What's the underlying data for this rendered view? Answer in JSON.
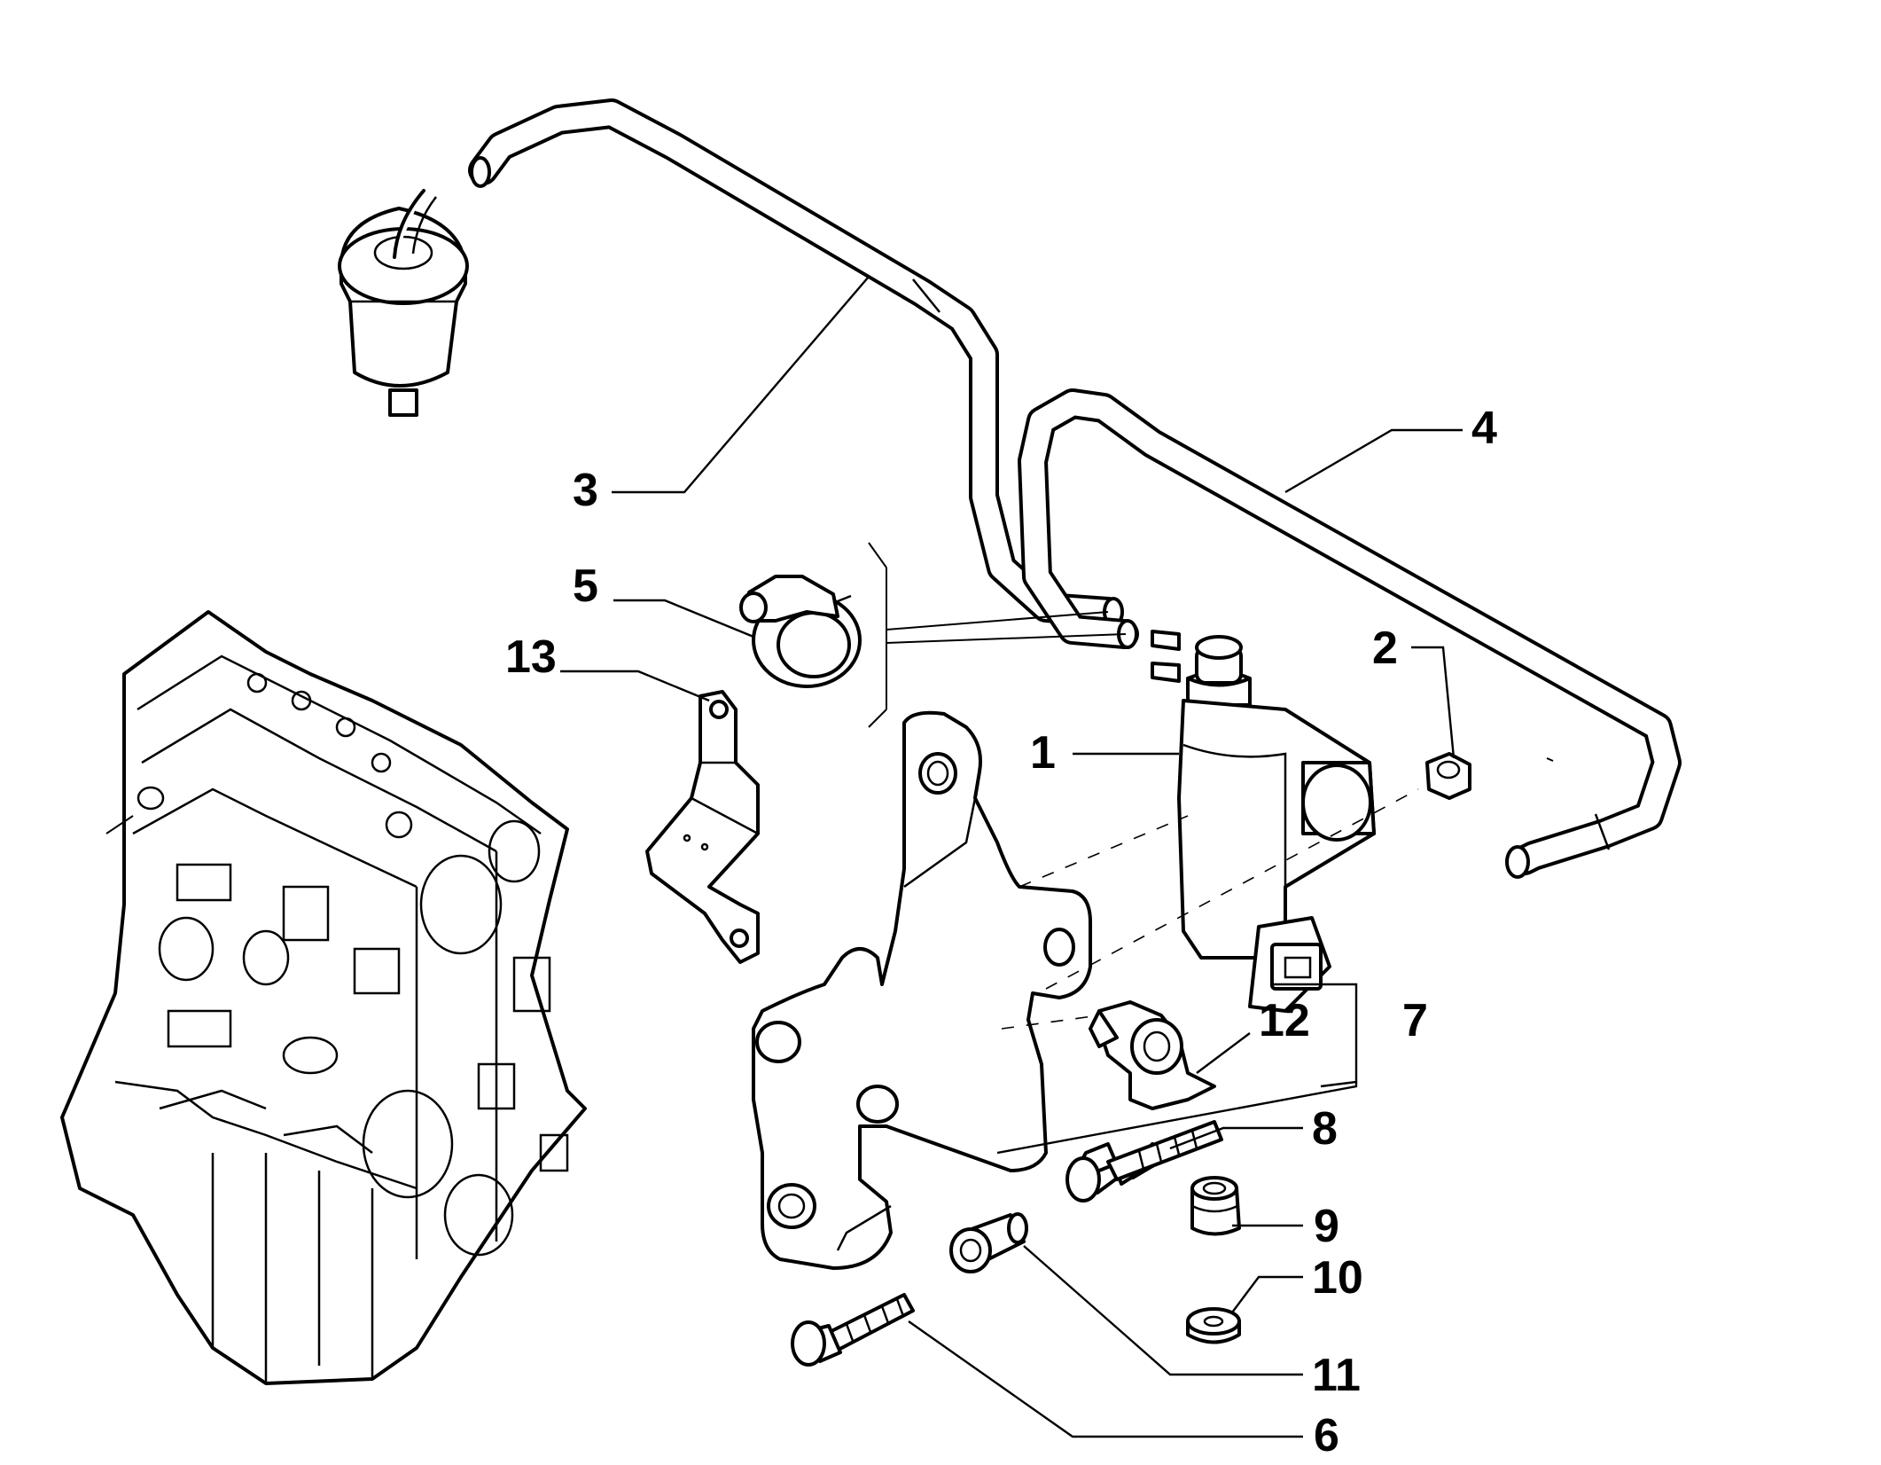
{
  "callouts": [
    {
      "id": "1",
      "label": "1"
    },
    {
      "id": "2",
      "label": "2"
    },
    {
      "id": "3",
      "label": "3"
    },
    {
      "id": "4",
      "label": "4"
    },
    {
      "id": "5",
      "label": "5"
    },
    {
      "id": "6",
      "label": "6"
    },
    {
      "id": "7",
      "label": "7"
    },
    {
      "id": "8",
      "label": "8"
    },
    {
      "id": "9",
      "label": "9"
    },
    {
      "id": "10",
      "label": "10"
    },
    {
      "id": "11",
      "label": "11"
    },
    {
      "id": "12",
      "label": "12"
    },
    {
      "id": "13",
      "label": "13"
    }
  ],
  "colors": {
    "line": "#000000",
    "background": "#ffffff"
  }
}
